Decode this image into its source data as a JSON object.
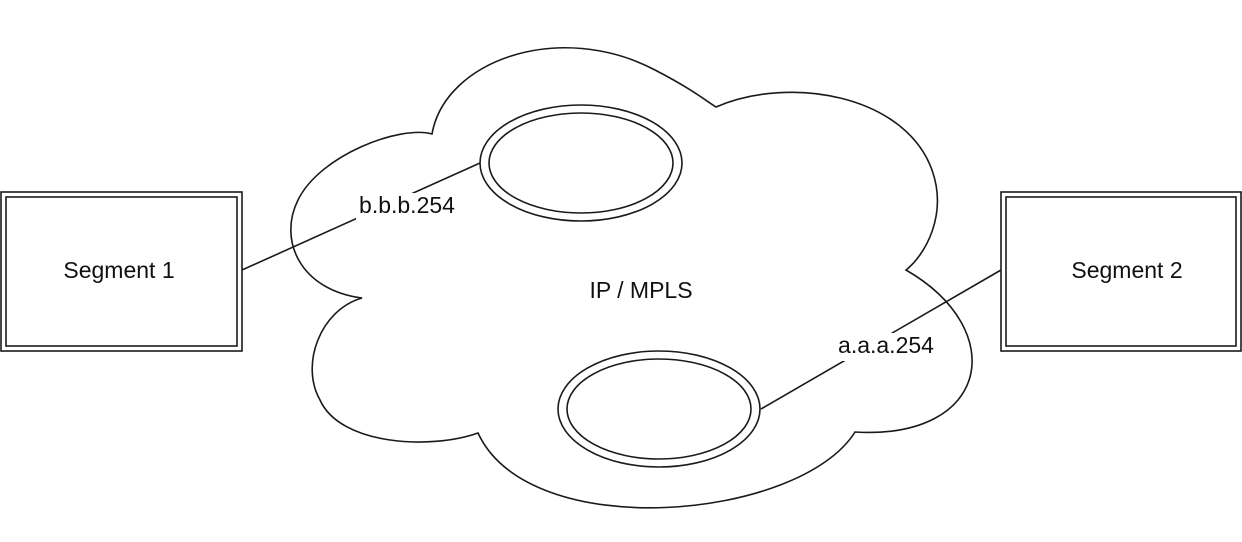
{
  "diagram": {
    "cloud_label": "IP / MPLS",
    "segment_left": {
      "label": "Segment 1"
    },
    "segment_right": {
      "label": "Segment 2"
    },
    "link_left": {
      "label": "b.b.b.254"
    },
    "link_right": {
      "label": "a.a.a.254"
    }
  },
  "colors": {
    "stroke": "#1a1a1a",
    "background": "#ffffff",
    "text": "#111111"
  }
}
